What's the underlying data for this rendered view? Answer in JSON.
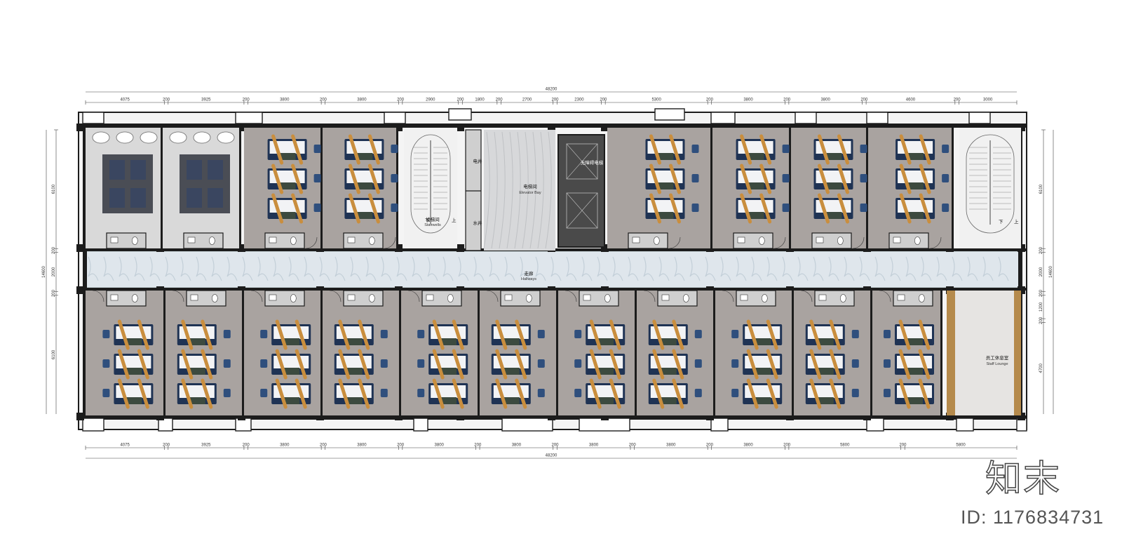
{
  "colors": {
    "wall": "#1c1c1c",
    "room_floor": "#a9a3a0",
    "corridor": "#dfe6ec",
    "bed_frame": "#1f3354",
    "bed_linen": "#f2f3f5",
    "runner": "#c98e3e",
    "stool": "#2f4f7d",
    "elevator_hall": "#d7d8da",
    "lounge": "#e6e4e2"
  },
  "dimensions": {
    "overall_top": "48200",
    "overall_bottom": "48200",
    "top_segments": [
      "4075",
      "200",
      "3925",
      "200",
      "3800",
      "200",
      "3800",
      "200",
      "2900",
      "200",
      "1800",
      "200",
      "2700",
      "200",
      "2300",
      "200",
      "5300",
      "200",
      "3800",
      "200",
      "3800",
      "200",
      "4600",
      "200",
      "3000"
    ],
    "bottom_segments": [
      "4075",
      "200",
      "3925",
      "200",
      "3800",
      "200",
      "3800",
      "200",
      "3800",
      "200",
      "3800",
      "200",
      "3800",
      "200",
      "3800",
      "200",
      "3800",
      "200",
      "5800",
      "200",
      "5800"
    ],
    "left_overall": "14600",
    "left_segments": [
      "6100",
      "200",
      "2000",
      "200",
      "6100"
    ],
    "right_overall": "14600",
    "right_segments": [
      "6100",
      "200",
      "2000",
      "200",
      "1200",
      "200",
      "4700"
    ]
  },
  "labels": {
    "stair_left_cn": "楼梯间",
    "stair_left_en": "Stairwells",
    "shaft_top": "电井",
    "shaft_bottom": "水井",
    "elevator_hall_cn": "电梯间",
    "elevator_hall_en": "Elevator Bay",
    "accessible_elevator": "无障碍电梯",
    "corridor_cn": "走廊",
    "corridor_en": "Hallways",
    "lounge_cn": "员工休息室",
    "lounge_en": "Staff Lounge",
    "stair_down": "下",
    "stair_up": "上"
  },
  "watermark": {
    "logo": "知末",
    "id": "ID: 1176834731"
  }
}
